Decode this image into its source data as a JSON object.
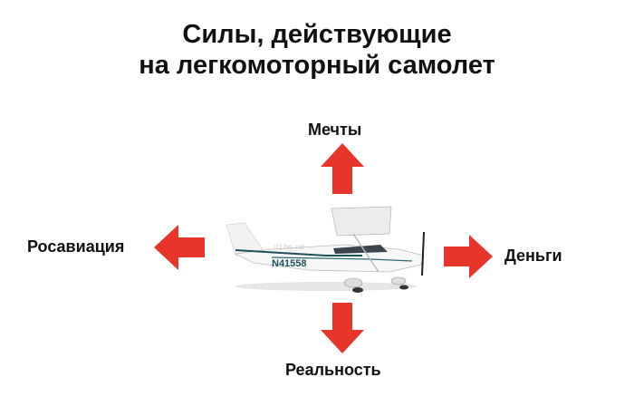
{
  "title": {
    "line1": "Силы, действующие",
    "line2": "на легкомоторный самолет"
  },
  "forces": {
    "up": "Мечты",
    "left": "Росавиация",
    "right": "Деньги",
    "down": "Реальность"
  },
  "plane": {
    "registration": "N41558",
    "watermark": "(c) hq_rat"
  },
  "colors": {
    "arrow": "#e8352b"
  }
}
